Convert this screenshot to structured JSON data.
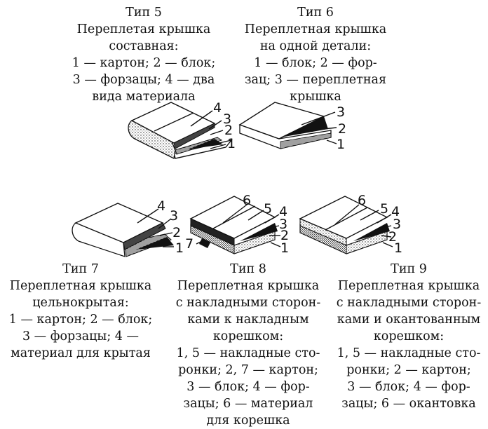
{
  "types": [
    {
      "id": "t5",
      "title": "Тип 5",
      "lines": [
        "Переплетая крышка",
        "составная:",
        "1 — картон; 2 — блок;",
        "3 — форзацы; 4 — два",
        "вида материала"
      ],
      "labels": [
        "4",
        "3",
        "2",
        "1"
      ]
    },
    {
      "id": "t6",
      "title": "Тип 6",
      "lines": [
        "Переплетная крышка",
        "на одной детали:",
        "1 — блок; 2 — фор-",
        "зац; 3 — переплетная",
        "крышка"
      ],
      "labels": [
        "3",
        "2",
        "1"
      ]
    },
    {
      "id": "t7",
      "title": "Тип 7",
      "lines": [
        "Переплетная крышка",
        "цельнокрытая:",
        "1 — картон; 2 — блок;",
        "3 — форзацы; 4 —",
        "материал для крытая"
      ],
      "labels": [
        "4",
        "3",
        "2",
        "1"
      ]
    },
    {
      "id": "t8",
      "title": "Тип 8",
      "lines": [
        "Переплетная крышка",
        "с накладными сторон-",
        "ками к накладным",
        "корешком:",
        "1, 5 — накладные сто-",
        "ронки; 2, 7 — картон;",
        "3 — блок; 4 — фор-",
        "зацы; 6 — материал",
        "для корешка"
      ],
      "labels": [
        "6",
        "5",
        "4",
        "3",
        "2",
        "1",
        "7"
      ]
    },
    {
      "id": "t9",
      "title": "Тип 9",
      "lines": [
        "Переплетная крышка",
        "с накладными сторон-",
        "ками и окантованным",
        "корешком:",
        "1, 5 — накладные сто-",
        "ронки; 2 — картон;",
        "3 — блок; 4 — фор-",
        "зацы; 6 — окантовка"
      ],
      "labels": [
        "6",
        "5",
        "4",
        "3",
        "2",
        "1"
      ]
    }
  ]
}
